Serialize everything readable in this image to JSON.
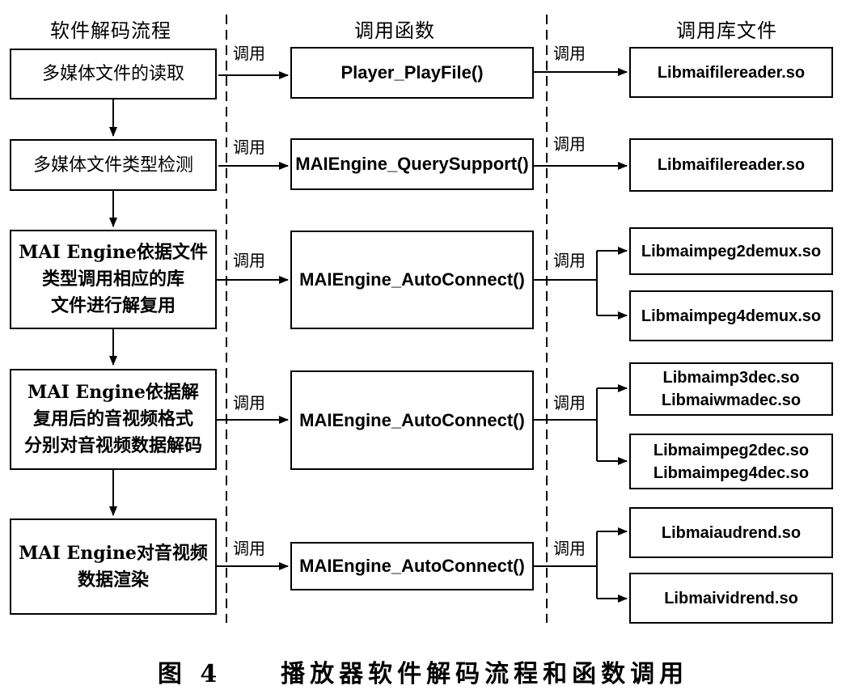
{
  "headers": {
    "process": "软件解码流程",
    "functions": "调用函数",
    "libraries": "调用库文件"
  },
  "call_label": "调用",
  "steps": [
    "多媒体文件的读取",
    "多媒体文件类型检测",
    "MAI Engine依据文件类型调用相应的库文件进行解复用",
    "MAI Engine依据解复用后的音视频格式分别对音视频数据解码",
    "MAI Engine对音视频数据渲染"
  ],
  "step_lines": [
    [
      "多媒体文件的读取"
    ],
    [
      "多媒体文件类型检测"
    ],
    [
      "MAI Engine依据文件",
      "类型调用相应的库",
      "文件进行解复用"
    ],
    [
      "MAI Engine依据解",
      "复用后的音视频格式",
      "分别对音视频数据解码"
    ],
    [
      "MAI Engine对音视频",
      "数据渲染"
    ]
  ],
  "functions": [
    "Player_PlayFile()",
    "MAIEngine_QuerySupport()",
    "MAIEngine_AutoConnect()",
    "MAIEngine_AutoConnect()",
    "MAIEngine_AutoConnect()"
  ],
  "libraries": [
    [
      "Libmaifilereader.so"
    ],
    [
      "Libmaifilereader.so"
    ],
    [
      "Libmaimpeg2demux.so"
    ],
    [
      "Libmaimpeg4demux.so"
    ],
    [
      "Libmaimp3dec.so",
      "Libmaiwmadec.so"
    ],
    [
      "Libmaimpeg2dec.so",
      "Libmaimpeg4dec.so"
    ],
    [
      "Libmaiaudrend.so"
    ],
    [
      "Libmaividrend.so"
    ]
  ],
  "caption": {
    "figure": "图 4",
    "text": "播放器软件解码流程和函数调用"
  }
}
